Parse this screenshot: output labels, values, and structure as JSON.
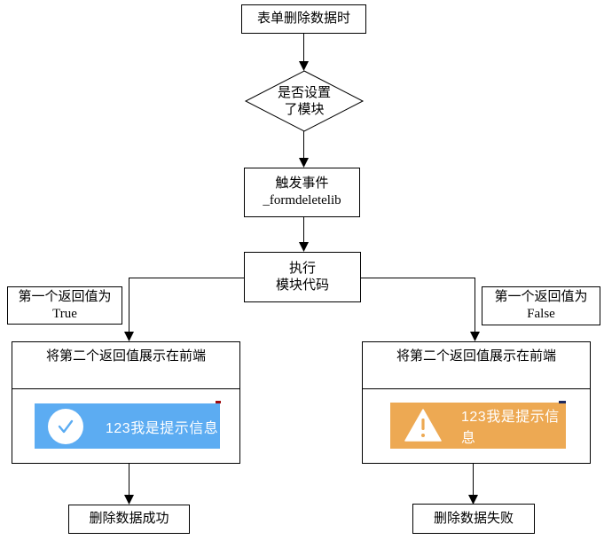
{
  "diagram": {
    "type": "flowchart",
    "background": "#ffffff",
    "line_color": "#000000",
    "nodes": {
      "start": {
        "label": "表单删除数据时"
      },
      "decision": {
        "line1": "是否设置",
        "line2": "了模块"
      },
      "trigger_event": {
        "line1": "触发事件",
        "line2": "_formdeletelib"
      },
      "execute_module": {
        "line1": "执行",
        "line2": "模块代码"
      },
      "return_true": {
        "line1": "第一个返回值为",
        "line2": "True"
      },
      "return_false": {
        "line1": "第一个返回值为",
        "line2": "False"
      },
      "show_frontend_left": {
        "label": "将第二个返回值展示在前端"
      },
      "show_frontend_right": {
        "label": "将第二个返回值展示在前端"
      },
      "delete_success": {
        "label": "删除数据成功"
      },
      "delete_fail": {
        "label": "删除数据失败"
      }
    },
    "toasts": {
      "success": {
        "text": "123我是提示信息",
        "icon": "check-circle-icon",
        "background": "#5cacf2",
        "text_color": "#ffffff",
        "corner_mark_color": "#9e0b0f"
      },
      "warning": {
        "text": "123我是提示信息",
        "icon": "warning-triangle-icon",
        "background": "#eda953",
        "text_color": "#ffffff",
        "corner_mark_color": "#1f2a5e"
      }
    }
  }
}
